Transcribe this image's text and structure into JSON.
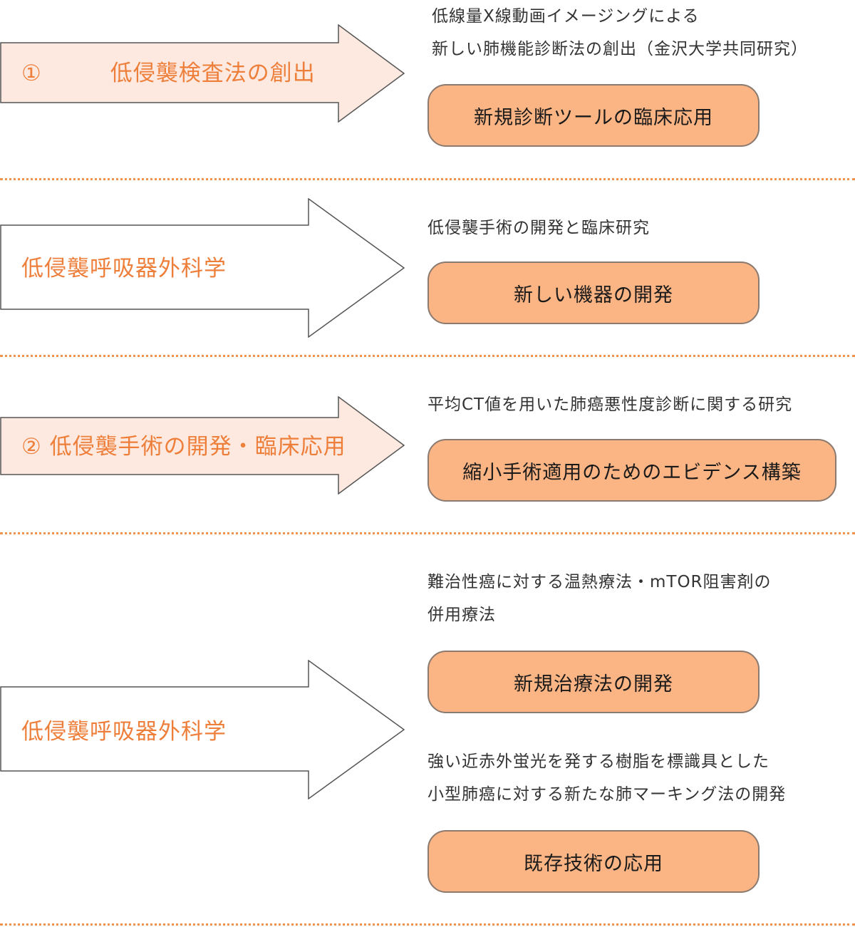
{
  "colors": {
    "accent_text": "#ee7f3b",
    "arrow_fill_light": "#fde9df",
    "arrow_fill_white": "#ffffff",
    "arrow_stroke": "#555555",
    "pill_fill": "#fbb483",
    "pill_stroke": "#8a7a70",
    "divider": "#f0934f"
  },
  "sections": [
    {
      "arrow_label": "①　　　低侵襲検査法の創出",
      "descriptions": [
        [
          "低線量X線動画イメージングによる",
          "新しい肺機能診断法の創出（金沢大学共同研究）"
        ]
      ],
      "pills": [
        "新規診断ツールの臨床応用"
      ]
    },
    {
      "arrow_label": "低侵襲呼吸器外科学",
      "descriptions": [
        [
          "低侵襲手術の開発と臨床研究"
        ]
      ],
      "pills": [
        "新しい機器の開発"
      ]
    },
    {
      "arrow_label": "② 低侵襲手術の開発・臨床応用",
      "descriptions": [
        [
          "平均CT値を用いた肺癌悪性度診断に関する研究"
        ]
      ],
      "pills": [
        "縮小手術適用のためのエビデンス構築"
      ]
    },
    {
      "arrow_label": "低侵襲呼吸器外科学",
      "descriptions": [
        [
          "難治性癌に対する温熱療法・mTOR阻害剤の",
          "併用療法"
        ],
        [
          "強い近赤外蛍光を発する樹脂を標識具とした",
          "小型肺癌に対する新たな肺マーキング法の開発"
        ]
      ],
      "pills": [
        "新規治療法の開発",
        "既存技術の応用"
      ]
    }
  ]
}
